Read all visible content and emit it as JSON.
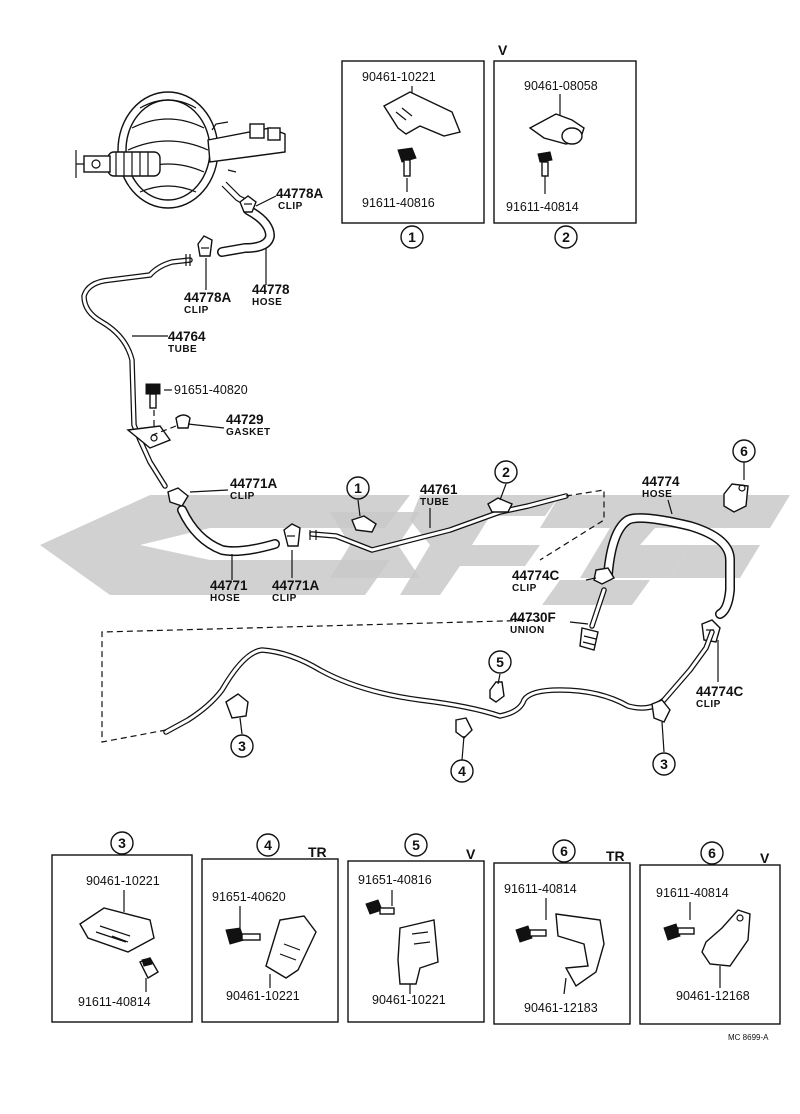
{
  "diagram": {
    "labels": {
      "p44778A_top": "44778A",
      "clip_top": "CLIP",
      "p44778A_mid": "44778A",
      "clip_mid": "CLIP",
      "p44778": "44778",
      "hose_44778": "HOSE",
      "p44764": "44764",
      "tube_44764": "TUBE",
      "p91651_40820": "91651-40820",
      "p44729": "44729",
      "gasket": "GASKET",
      "p44771A_left": "44771A",
      "clip_44771A_left": "CLIP",
      "p44771": "44771",
      "hose_44771": "HOSE",
      "p44771A_bottom": "44771A",
      "clip_44771A_bottom": "CLIP",
      "p44761": "44761",
      "tube_44761": "TUBE",
      "p44774": "44774",
      "hose_44774": "HOSE",
      "p44774C_top": "44774C",
      "clip_44774C_top": "CLIP",
      "p44730F": "44730F",
      "union": "UNION",
      "p44774C_bottom": "44774C",
      "clip_44774C_bottom": "CLIP",
      "doc_code": "MC  8699-A"
    },
    "callouts": {
      "c1_main": "1",
      "c2_main": "2",
      "c6_main": "6",
      "c5_main": "5",
      "c3_left": "3",
      "c4_main": "4",
      "c3_right": "3"
    },
    "detail_top": [
      {
        "num": "1",
        "code": "",
        "top": "90461-10221",
        "bottom": "91611-40816"
      },
      {
        "num": "2",
        "code": "V",
        "top": "90461-08058",
        "bottom": "91611-40814"
      }
    ],
    "detail_bottom": [
      {
        "num": "3",
        "code": "",
        "top": "90461-10221",
        "bottom": "91611-40814"
      },
      {
        "num": "4",
        "code": "TR",
        "top": "91651-40620",
        "bottom": "90461-10221"
      },
      {
        "num": "5",
        "code": "V",
        "top": "91651-40816",
        "bottom": "90461-10221"
      },
      {
        "num": "6",
        "code": "TR",
        "top": "91611-40814",
        "bottom": "90461-12183"
      },
      {
        "num": "6",
        "code": "V",
        "top": "91611-40814",
        "bottom": "90461-12168"
      }
    ]
  }
}
